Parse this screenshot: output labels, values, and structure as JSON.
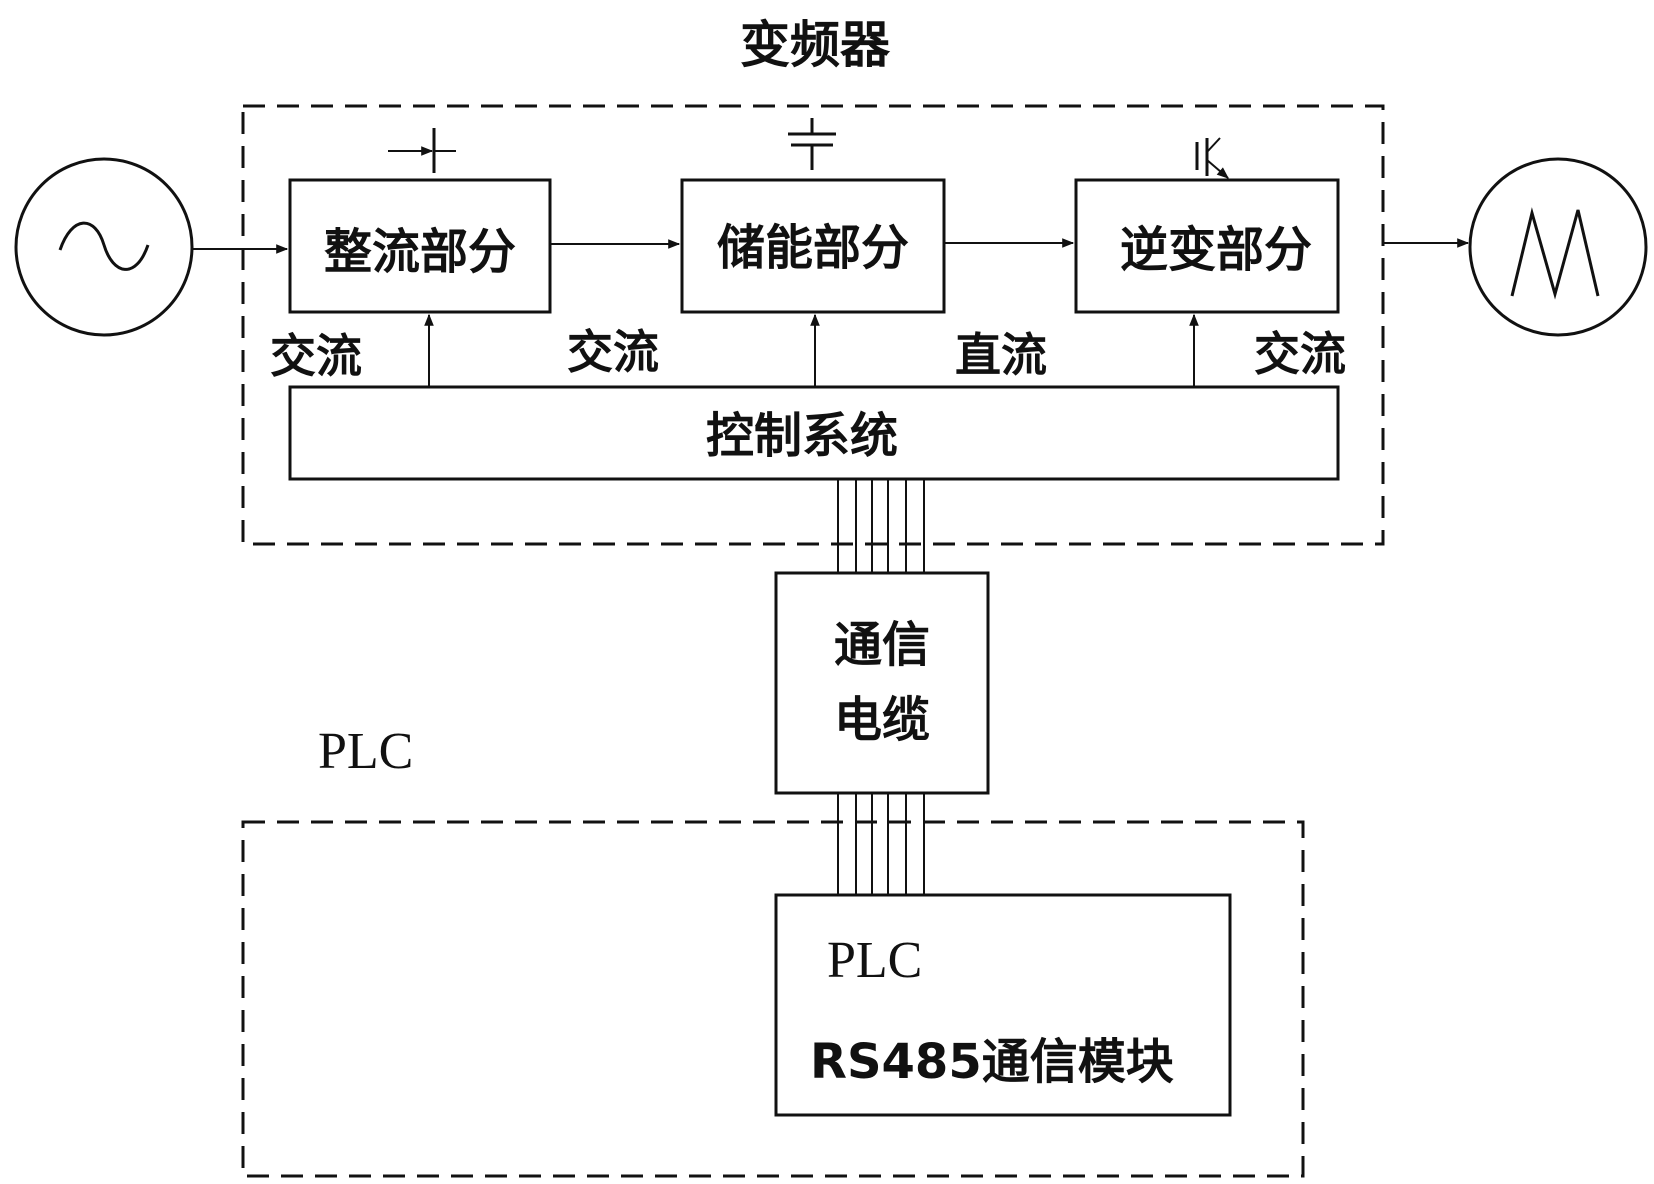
{
  "inverter": {
    "title": "变频器",
    "blocks": {
      "rectifier": "整流部分",
      "storage": "储能部分",
      "inverter": "逆变部分"
    },
    "labels": {
      "input_ac": "交流",
      "rect_out_ac": "交流",
      "dc": "直流",
      "output_ac": "交流"
    },
    "control": "控制系统"
  },
  "cable": {
    "line1": "通信",
    "line2": "电缆"
  },
  "plc": {
    "title": "PLC",
    "module_title": "PLC",
    "module_label": "RS485通信模块"
  },
  "icons": {
    "source": "ac-source-icon",
    "motor": "motor-icon",
    "rectifier_symbol": "diode-icon",
    "storage_symbol": "capacitor-icon",
    "inverter_symbol": "transistor-icon"
  }
}
